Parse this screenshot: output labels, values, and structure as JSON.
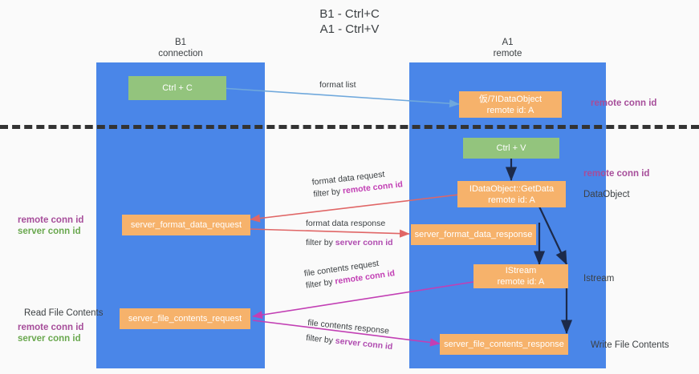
{
  "title": "B1 - Ctrl+C\nA1 - Ctrl+V",
  "columns": {
    "left": {
      "name": "B1",
      "role": "connection",
      "heading": "B1\nconnection"
    },
    "right": {
      "name": "A1",
      "role": "remote",
      "heading": "A1\nremote"
    }
  },
  "colors": {
    "lane": "#4a86e8",
    "green_node": "#93c47d",
    "orange_node": "#f6b26b",
    "separator": "#333333",
    "annot_purple": "#a64d9a",
    "annot_green": "#6aa84f",
    "arrow_blue": "#6fa8dc",
    "arrow_red": "#e06666",
    "arrow_magenta": "#c23fb4",
    "arrow_dark": "#1c2a4a"
  },
  "nodes": [
    {
      "id": "ctrl-c",
      "line1": "Ctrl + C",
      "line2": "",
      "style": "green"
    },
    {
      "id": "virtual-idataobject",
      "line1": "仮/7IDataObject",
      "line2": "remote id: A",
      "style": "orange"
    },
    {
      "id": "ctrl-v",
      "line1": "Ctrl + V",
      "line2": "",
      "style": "green"
    },
    {
      "id": "idataobject-getdata",
      "line1": "IDataObject::GetData",
      "line2": "remote id: A",
      "style": "orange"
    },
    {
      "id": "server-format-data-request",
      "line1": "server_format_data_request",
      "line2": "",
      "style": "orange"
    },
    {
      "id": "server-format-data-response",
      "line1": "server_format_data_response",
      "line2": "",
      "style": "orange"
    },
    {
      "id": "istream",
      "line1": "IStream",
      "line2": "remote id: A",
      "style": "orange"
    },
    {
      "id": "server-file-contents-request",
      "line1": "server_file_contents_request",
      "line2": "",
      "style": "orange"
    },
    {
      "id": "server-file-contents-response",
      "line1": "server_file_contents_response",
      "line2": "",
      "style": "orange"
    }
  ],
  "edge_labels": [
    {
      "id": "format-list",
      "text": "format list"
    },
    {
      "id": "format-data-request",
      "line1": "format data request",
      "prefix": "filter by ",
      "highlight": "remote conn id"
    },
    {
      "id": "format-data-response",
      "line1": "format data response",
      "prefix": "filter by ",
      "highlight": "server conn id"
    },
    {
      "id": "file-contents-request",
      "line1": "file contents request",
      "prefix": "filter by ",
      "highlight": "remote conn id"
    },
    {
      "id": "file-contents-response",
      "line1": "file contents response",
      "prefix": "filter by ",
      "highlight": "server conn id"
    }
  ],
  "annotations": {
    "right": [
      {
        "id": "remote-conn-id-top",
        "text": "remote conn id",
        "color": "purple"
      },
      {
        "id": "remote-conn-id-mid",
        "text": "remote conn id",
        "color": "purple"
      },
      {
        "id": "dataobject",
        "text": "DataObject",
        "color": "dark"
      },
      {
        "id": "istream-label",
        "text": "Istream",
        "color": "dark"
      },
      {
        "id": "write-file-contents",
        "text": "Write File Contents",
        "color": "dark"
      }
    ],
    "left": [
      {
        "id": "remote-conn-id-left-1",
        "text": "remote conn id",
        "color": "purple"
      },
      {
        "id": "server-conn-id-left-1",
        "text": "server conn id",
        "color": "green"
      },
      {
        "id": "read-file-contents",
        "text": "Read File Contents",
        "color": "dark"
      },
      {
        "id": "remote-conn-id-left-2",
        "text": "remote conn id",
        "color": "purple"
      },
      {
        "id": "server-conn-id-left-2",
        "text": "server conn id",
        "color": "green"
      }
    ]
  }
}
